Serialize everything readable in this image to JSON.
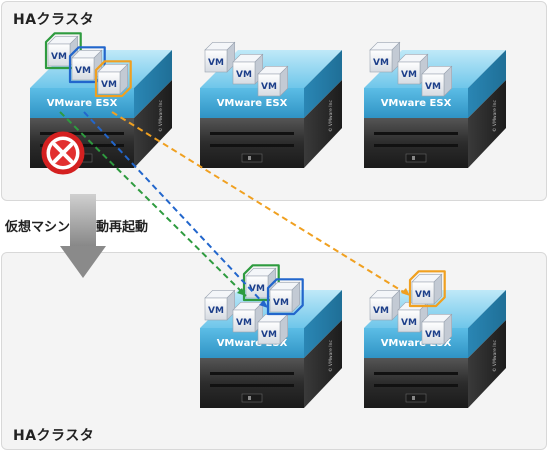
{
  "clusters": {
    "top_label": "HAクラスタ",
    "bottom_label": "HAクラスタ"
  },
  "caption": "仮想マシンを自動再起動",
  "host": {
    "name": "VMware ESX",
    "copyright": "© VMware Inc"
  },
  "vm_label": "VM",
  "colors": {
    "vm_green": "#2e9b3f",
    "vm_blue": "#2266cc",
    "vm_orange": "#f0a020",
    "fail_red": "#d42020",
    "host_blue": "#3aa7d6",
    "server_dark": "#2c2c2c"
  }
}
